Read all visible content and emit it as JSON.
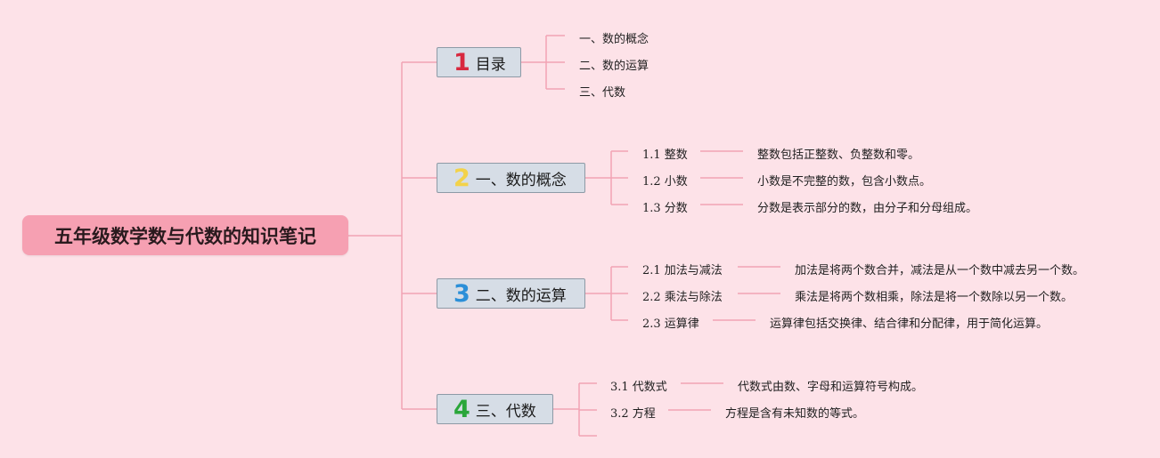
{
  "root": {
    "title": "五年级数学数与代数的知识笔记"
  },
  "branches": [
    {
      "number": "1",
      "number_color": "#d8283f",
      "label": "目录",
      "items": [
        {
          "label": "一、数的概念",
          "note": ""
        },
        {
          "label": "二、数的运算",
          "note": ""
        },
        {
          "label": "三、代数",
          "note": ""
        }
      ]
    },
    {
      "number": "2",
      "number_color": "#f3d24a",
      "label": "一、数的概念",
      "items": [
        {
          "label": "1.1 整数",
          "note": "整数包括正整数、负整数和零。"
        },
        {
          "label": "1.2 小数",
          "note": "小数是不完整的数，包含小数点。"
        },
        {
          "label": "1.3 分数",
          "note": "分数是表示部分的数，由分子和分母组成。"
        }
      ]
    },
    {
      "number": "3",
      "number_color": "#2b8fd8",
      "label": "二、数的运算",
      "items": [
        {
          "label": "2.1 加法与减法",
          "note": "加法是将两个数合并，减法是从一个数中减去另一个数。"
        },
        {
          "label": "2.2 乘法与除法",
          "note": "乘法是将两个数相乘，除法是将一个数除以另一个数。"
        },
        {
          "label": "2.3 运算律",
          "note": "运算律包括交换律、结合律和分配律，用于简化运算。"
        }
      ]
    },
    {
      "number": "4",
      "number_color": "#2aa63a",
      "label": "三、代数",
      "items": [
        {
          "label": "3.1 代数式",
          "note": "代数式由数、字母和运算符号构成。"
        },
        {
          "label": "3.2 方程",
          "note": "方程是含有未知数的等式。"
        },
        {
          "label": "",
          "note": ""
        }
      ]
    }
  ],
  "colors": {
    "line": "#f2a3b4",
    "background": "#fde2e8"
  }
}
